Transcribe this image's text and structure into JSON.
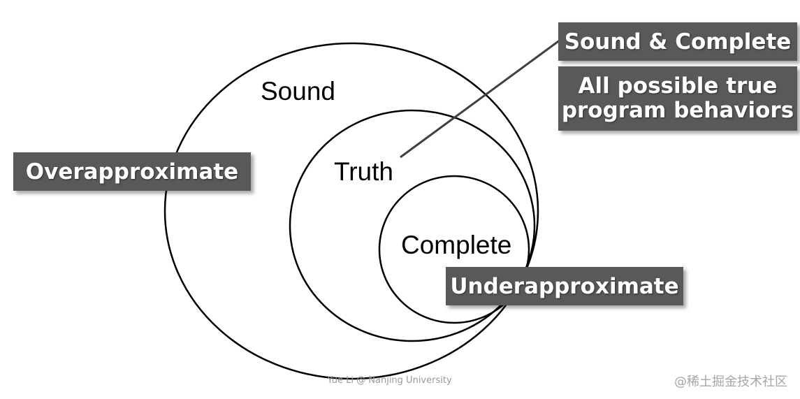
{
  "diagram": {
    "regions": {
      "sound": "Sound",
      "truth": "Truth",
      "complete": "Complete"
    },
    "callouts": {
      "overapproximate": "Overapproximate",
      "underapproximate": "Underapproximate",
      "sound_and_complete": "Sound & Complete",
      "behaviors_line1": "All possible true",
      "behaviors_line2": "program behaviors"
    }
  },
  "footer": {
    "credit": "Yue Li @ Nanjing University",
    "watermark": "@稀土掘金技术社区"
  },
  "colors": {
    "callout_bg": "#595959",
    "callout_text": "#ffffff",
    "stroke": "#000000"
  }
}
